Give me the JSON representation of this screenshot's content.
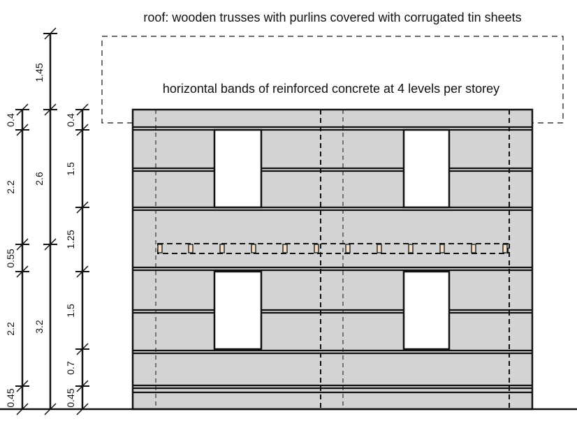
{
  "labels": {
    "roof": "roof: wooden trusses with purlins covered with corrugated tin sheets",
    "bands": "horizontal bands of reinforced concrete at 4 levels per storey"
  },
  "dimensions": {
    "col1": [
      "0.45",
      "2.2",
      "0.55",
      "2.2",
      "0.4"
    ],
    "col2": [
      "3.2",
      "2.6",
      "1.45"
    ],
    "col3": [
      "0.45",
      "0.7",
      "1.5",
      "1.25",
      "1.5",
      "0.4"
    ]
  },
  "colors": {
    "wall": "#d3d3d3",
    "line": "#111111",
    "opening": "#ffffff",
    "vent": "#f5dcc4"
  }
}
